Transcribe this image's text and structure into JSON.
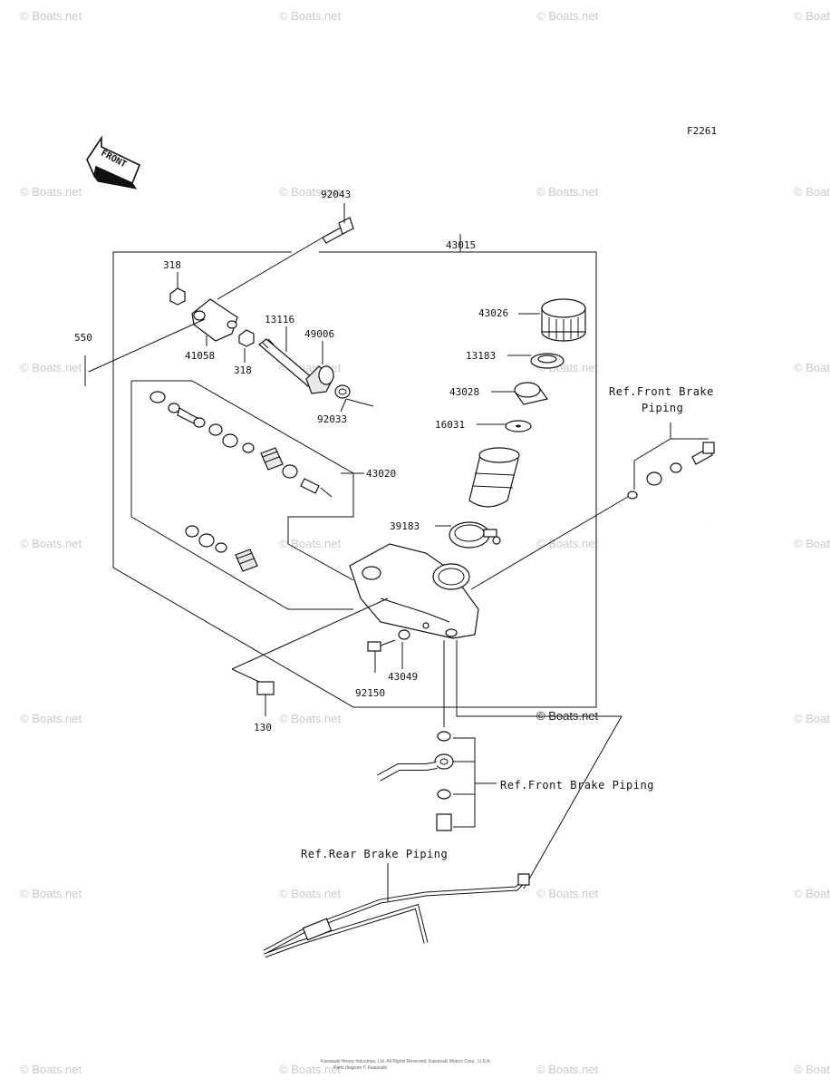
{
  "figure_code": "F2261",
  "front_arrow_text": "FRONT",
  "watermark_text": "© Boats.net",
  "copyright_line1": "Kawasaki Heavy Industries, Ltd. All Rights Reserved. Kawasaki Motors Corp., U.S.A.",
  "copyright_line2": "Parts diagram © Kawasaki",
  "parts": {
    "p92043": "92043",
    "p43015": "43015",
    "p318a": "318",
    "p550": "550",
    "p41058": "41058",
    "p318b": "318",
    "p13116": "13116",
    "p49006": "49006",
    "p92033": "92033",
    "p43026": "43026",
    "p13183": "13183",
    "p43028": "43028",
    "p16031": "16031",
    "p43020": "43020",
    "p39183": "39183",
    "p43049": "43049",
    "p92150": "92150",
    "p130": "130"
  },
  "refs": {
    "front_brake_top_line1": "Ref.Front Brake",
    "front_brake_top_line2": "Piping",
    "front_brake_mid": "Ref.Front Brake Piping",
    "rear_brake": "Ref.Rear Brake Piping"
  }
}
